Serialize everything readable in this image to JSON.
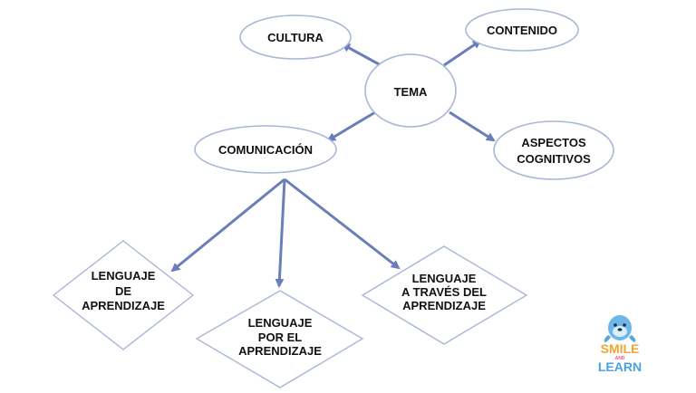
{
  "diagram": {
    "nodes": {
      "tema": [
        "TEMA"
      ],
      "cultura": [
        "CULTURA"
      ],
      "contenido": [
        "CONTENIDO"
      ],
      "comunicacion": [
        "COMUNICACIÓN"
      ],
      "aspectos": [
        "ASPECTOS",
        "COGNITIVOS"
      ],
      "lenguaje_aprendizaje": [
        "LENGUAJE",
        "DE",
        "APRENDIZAJE"
      ],
      "lenguaje_por": [
        "LENGUAJE",
        "POR EL",
        "APRENDIZAJE"
      ],
      "lenguaje_traves": [
        "LENGUAJE",
        "A TRAVÉS DEL",
        "APRENDIZAJE"
      ]
    },
    "colors": {
      "arrow": "#6a7fb8",
      "node_border": "#aab6d8"
    }
  },
  "logo": {
    "line1": "SMILE",
    "line2": "AND",
    "line3": "LEARN",
    "icon": "seal-mascot-icon"
  }
}
